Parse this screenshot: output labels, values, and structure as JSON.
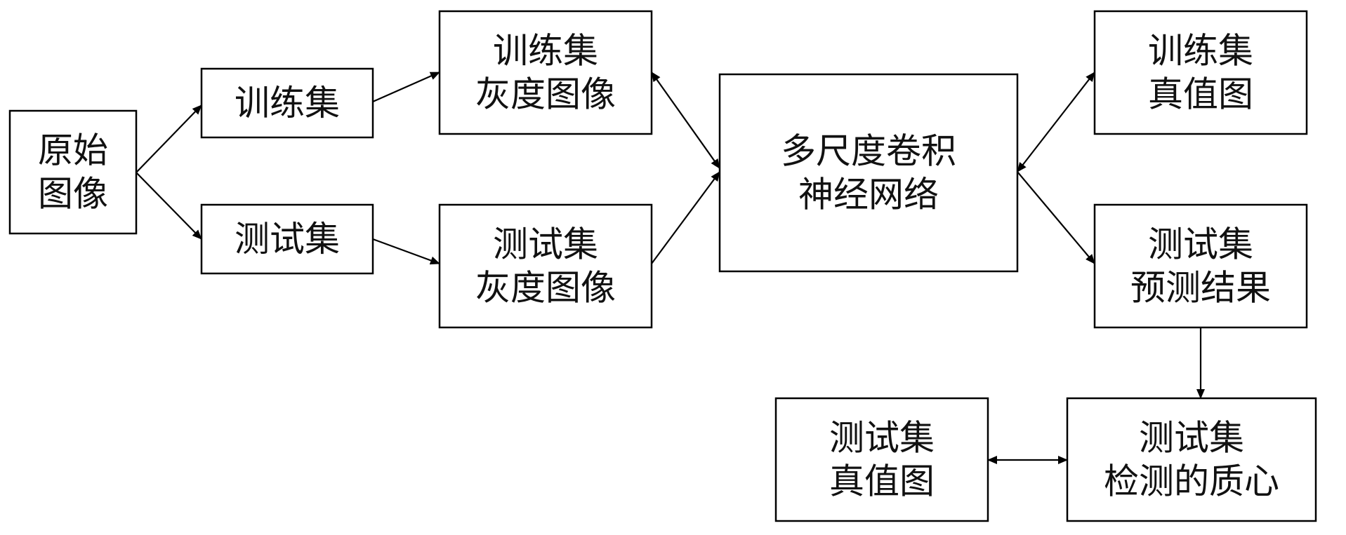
{
  "nodes": [
    {
      "id": "original-image",
      "lines": [
        "原始",
        "图像"
      ]
    },
    {
      "id": "train-set",
      "lines": [
        "训练集"
      ]
    },
    {
      "id": "test-set",
      "lines": [
        "测试集"
      ]
    },
    {
      "id": "train-gray",
      "lines": [
        "训练集",
        "灰度图像"
      ]
    },
    {
      "id": "test-gray",
      "lines": [
        "测试集",
        "灰度图像"
      ]
    },
    {
      "id": "mscnn",
      "lines": [
        "多尺度卷积",
        "神经网络"
      ]
    },
    {
      "id": "train-truth",
      "lines": [
        "训练集",
        "真值图"
      ]
    },
    {
      "id": "test-pred",
      "lines": [
        "测试集",
        "预测结果"
      ]
    },
    {
      "id": "test-centroid",
      "lines": [
        "测试集",
        "检测的质心"
      ]
    },
    {
      "id": "test-truth",
      "lines": [
        "测试集",
        "真值图"
      ]
    }
  ],
  "edges": [
    {
      "from": "original-image",
      "to": "train-set",
      "bidirectional": false
    },
    {
      "from": "original-image",
      "to": "test-set",
      "bidirectional": false
    },
    {
      "from": "train-set",
      "to": "train-gray",
      "bidirectional": false
    },
    {
      "from": "test-set",
      "to": "test-gray",
      "bidirectional": false
    },
    {
      "from": "train-gray",
      "to": "mscnn",
      "bidirectional": true
    },
    {
      "from": "test-gray",
      "to": "mscnn",
      "bidirectional": false
    },
    {
      "from": "mscnn",
      "to": "train-truth",
      "bidirectional": true
    },
    {
      "from": "mscnn",
      "to": "test-pred",
      "bidirectional": false
    },
    {
      "from": "test-pred",
      "to": "test-centroid",
      "bidirectional": false
    },
    {
      "from": "test-truth",
      "to": "test-centroid",
      "bidirectional": true
    }
  ]
}
